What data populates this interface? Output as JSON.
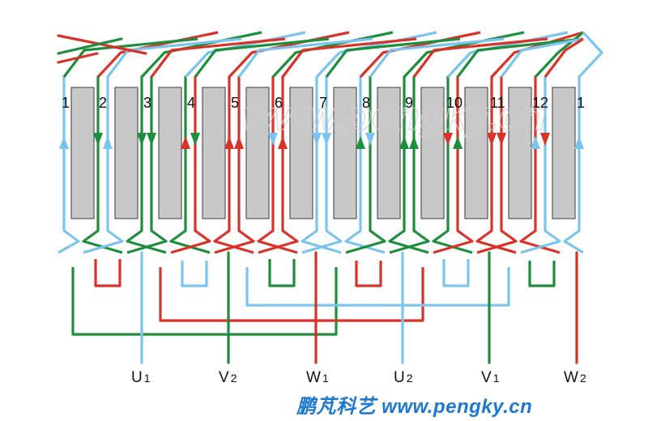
{
  "colors": {
    "phase_u": "#7cc4ee",
    "phase_v": "#1d8e3b",
    "phase_w": "#d93229",
    "core_fill": "#c8c8c8",
    "core_stroke": "#555555",
    "footer": "#1e78d0"
  },
  "slots": [
    "1",
    "2",
    "3",
    "4",
    "5",
    "6",
    "7",
    "8",
    "9",
    "10",
    "11",
    "12",
    "1"
  ],
  "watermark": "www.pengky.cn",
  "terminals": [
    {
      "letter": "U",
      "sub": "1",
      "phase": "phase_u"
    },
    {
      "letter": "V",
      "sub": "2",
      "phase": "phase_v"
    },
    {
      "letter": "W",
      "sub": "1",
      "phase": "phase_w"
    },
    {
      "letter": "U",
      "sub": "2",
      "phase": "phase_u"
    },
    {
      "letter": "V",
      "sub": "1",
      "phase": "phase_v"
    },
    {
      "letter": "W",
      "sub": "2",
      "phase": "phase_w"
    }
  ],
  "footer": "鹏芃科艺 www.pengky.cn"
}
